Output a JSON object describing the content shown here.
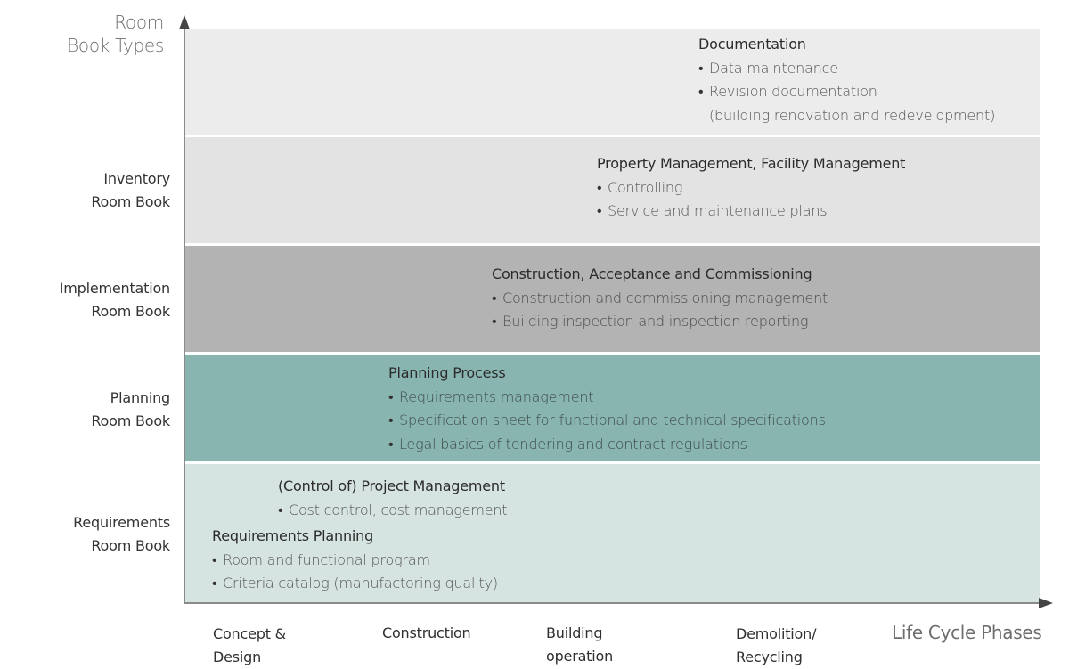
{
  "axes": {
    "y_title_line1": "Room",
    "y_title_line2": "Book Types",
    "x_title": "Life Cycle Phases"
  },
  "colors": {
    "documentation_band": "#ececec",
    "inventory_band": "#e3e3e3",
    "implementation_band": "#b3b3b3",
    "planning_band": "#89b5b1",
    "requirements_band": "#d6e4e1",
    "axis": "#8a8a8a",
    "arrow": "#444444"
  },
  "bands": [
    {
      "label_line1": "",
      "label_line2": "",
      "blocks": [
        {
          "title": "Documentation",
          "items": [
            "Data maintenance",
            "Revision documentation"
          ],
          "continuation": "(building renovation and redevelopment)"
        }
      ]
    },
    {
      "label_line1": "Inventory",
      "label_line2": "Room Book",
      "blocks": [
        {
          "title": "Property Management, Facility Management",
          "items": [
            "Controlling",
            "Service and maintenance plans"
          ]
        }
      ]
    },
    {
      "label_line1": "Implementation",
      "label_line2": "Room Book",
      "blocks": [
        {
          "title": "Construction, Acceptance and Commissioning",
          "items": [
            "Construction and commissioning management",
            "Building inspection and inspection reporting"
          ]
        }
      ]
    },
    {
      "label_line1": "Planning",
      "label_line2": "Room Book",
      "blocks": [
        {
          "title": "Planning Process",
          "items": [
            "Requirements management",
            "Specification sheet for functional and technical specifications",
            "Legal basics of tendering and contract regulations"
          ]
        }
      ]
    },
    {
      "label_line1": "Requirements",
      "label_line2": "Room Book",
      "blocks": [
        {
          "title": "(Control of) Project Management",
          "items": [
            "Cost control, cost management"
          ]
        },
        {
          "title": "Requirements Planning",
          "items": [
            "Room and functional program",
            "Criteria catalog (manufactoring quality)"
          ]
        }
      ]
    }
  ],
  "phases": [
    {
      "line1": "Concept &",
      "line2": "Design"
    },
    {
      "line1": "Construction",
      "line2": ""
    },
    {
      "line1": "Building",
      "line2": "operation"
    },
    {
      "line1": "Demolition/",
      "line2": "Recycling"
    }
  ],
  "bullet": "•"
}
